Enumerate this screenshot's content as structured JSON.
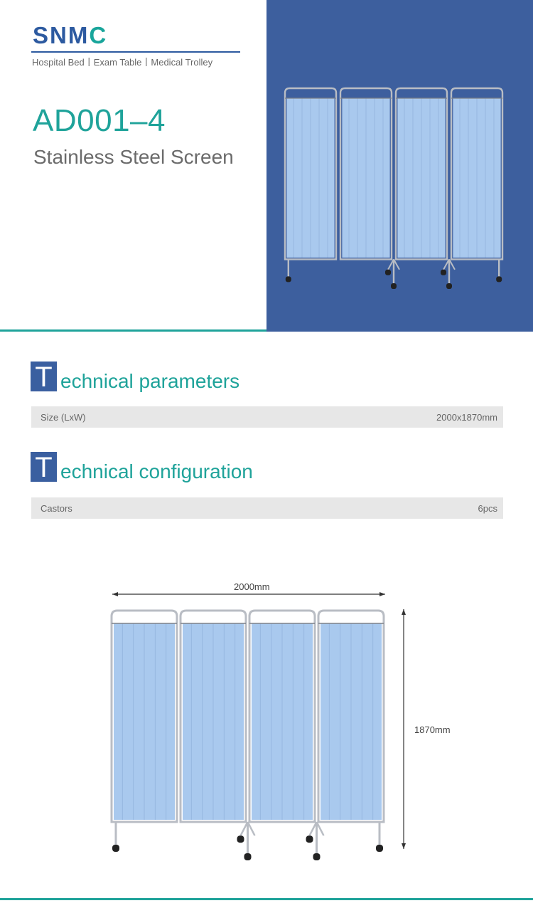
{
  "brand": {
    "logo_prefix": "SNM",
    "logo_suffix": "C",
    "tagline": "Hospital Bed丨Exam Table丨Medical Trolley"
  },
  "product": {
    "model": "AD001–4",
    "name": "Stainless Steel Screen"
  },
  "sections": [
    {
      "initial": "T",
      "rest": "echnical parameters",
      "rows": [
        {
          "key": "Size (LxW)",
          "value": "2000x1870mm"
        }
      ]
    },
    {
      "initial": "T",
      "rest": "echnical configuration",
      "rows": [
        {
          "key": "Castors",
          "value": "6pcs"
        }
      ]
    }
  ],
  "dimensions": {
    "width": "2000mm",
    "height": "1870mm"
  },
  "colors": {
    "accent_teal": "#1fa39a",
    "brand_blue": "#3a5fa0",
    "hero_bg": "#3d5f9e",
    "curtain": "#a9c9ee"
  }
}
